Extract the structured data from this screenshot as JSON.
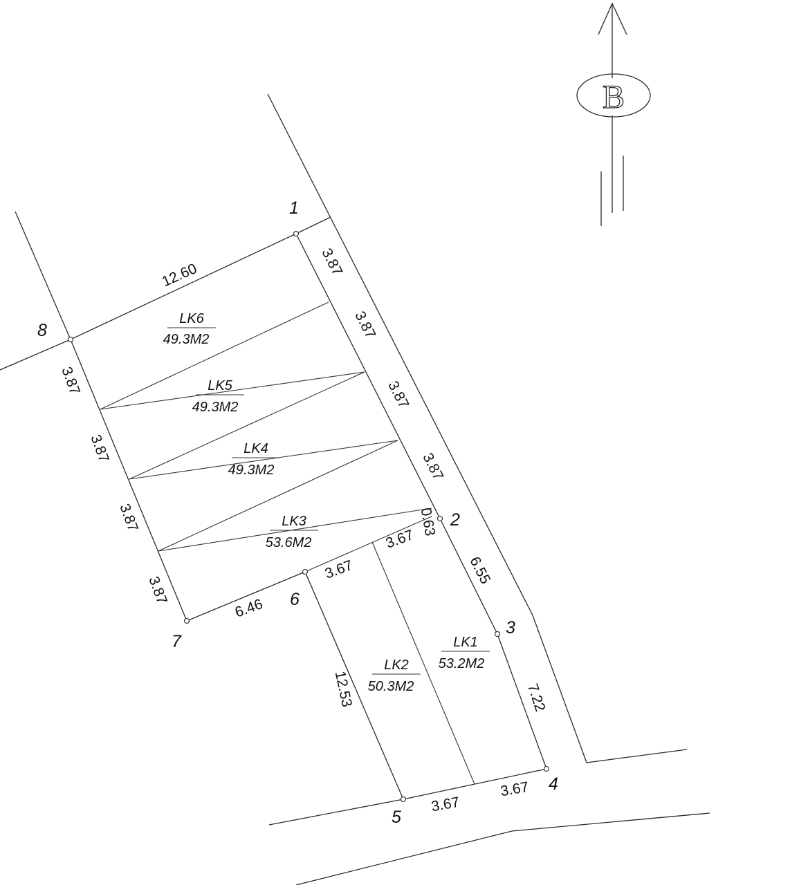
{
  "north": {
    "letter": "B"
  },
  "points": [
    {
      "id": "p1",
      "label": "1"
    },
    {
      "id": "p2",
      "label": "2"
    },
    {
      "id": "p3",
      "label": "3"
    },
    {
      "id": "p4",
      "label": "4"
    },
    {
      "id": "p5",
      "label": "5"
    },
    {
      "id": "p6",
      "label": "6"
    },
    {
      "id": "p7",
      "label": "7"
    },
    {
      "id": "p8",
      "label": "8"
    }
  ],
  "dimensions": {
    "d_1_8": "12.60",
    "d_r1": "3.87",
    "d_r2": "3.87",
    "d_r3": "3.87",
    "d_r4": "3.87",
    "d_2_small": "0.63",
    "d_2_3": "6.55",
    "d_3_4": "7.22",
    "d_l1": "3.87",
    "d_l2": "3.87",
    "d_l3": "3.87",
    "d_l4": "3.87",
    "d_6_7": "6.46",
    "d_6_top": "3.67",
    "d_lk2_top": "3.67",
    "d_5_6": "12.53",
    "d_5_mid": "3.67",
    "d_mid_4": "3.67"
  },
  "lots": [
    {
      "id": "LK6",
      "name": "LK6",
      "area": "49.3M2"
    },
    {
      "id": "LK5",
      "name": "LK5",
      "area": "49.3M2"
    },
    {
      "id": "LK4",
      "name": "LK4",
      "area": "49.3M2"
    },
    {
      "id": "LK3",
      "name": "LK3",
      "area": "53.6M2"
    },
    {
      "id": "LK2",
      "name": "LK2",
      "area": "50.3M2"
    },
    {
      "id": "LK1",
      "name": "LK1",
      "area": "53.2M2"
    }
  ]
}
